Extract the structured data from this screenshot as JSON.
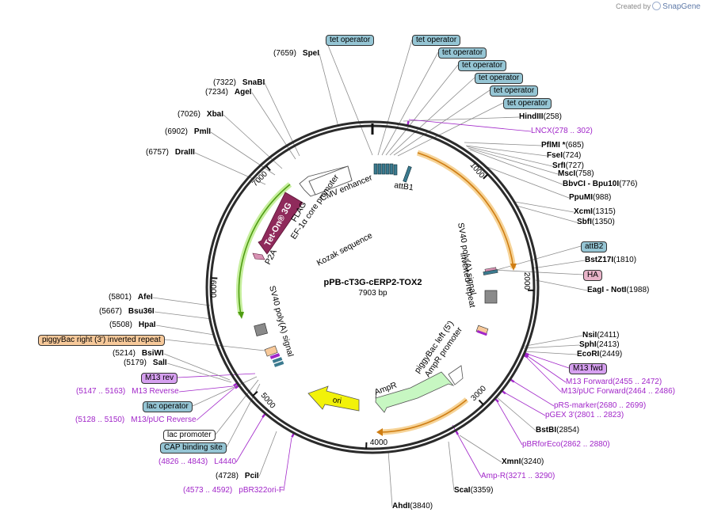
{
  "branding": {
    "created_by": "Created by",
    "product": "SnapGene"
  },
  "plasmid": {
    "name": "pPB-cT3G-cERP2-TOX2",
    "length": "7903 bp"
  },
  "ticks": [
    {
      "label": "1000",
      "bp": 1000
    },
    {
      "label": "2000",
      "bp": 2000
    },
    {
      "label": "3000",
      "bp": 3000
    },
    {
      "label": "4000",
      "bp": 4000
    },
    {
      "label": "5000",
      "bp": 5000
    },
    {
      "label": "6000",
      "bp": 6000
    },
    {
      "label": "7000",
      "bp": 7000
    }
  ],
  "features": [
    {
      "name": "tet-on-3g",
      "label": "Tet-On® 3G",
      "color": "#8f2a5b"
    },
    {
      "name": "flag",
      "label": "FLAG"
    },
    {
      "name": "ef1a-core-promoter",
      "label": "EF-1α core promoter"
    },
    {
      "name": "cmv-enhancer",
      "label": "CMV enhancer"
    },
    {
      "name": "kozak-sequence",
      "label": "Kozak sequence"
    },
    {
      "name": "attb1",
      "label": "attB1"
    },
    {
      "name": "p2a",
      "label": "P2A"
    },
    {
      "name": "sv40-polya-left",
      "label": "SV40 poly(A) signal"
    },
    {
      "name": "sv40-polya-right",
      "label": "SV40 poly(A) signal"
    },
    {
      "name": "inverted-repeat",
      "label": "inverted repeat"
    },
    {
      "name": "piggybac-left",
      "label": "piggyBac left (5')"
    },
    {
      "name": "ampr-promoter",
      "label": "AmpR promoter"
    },
    {
      "name": "ampr",
      "label": "AmpR"
    },
    {
      "name": "ori",
      "label": "ori",
      "color": "#f2f20a"
    }
  ],
  "labels": [
    {
      "name": "tet-operator-1",
      "kind": "box",
      "style": "b-tet",
      "text": "tet operator"
    },
    {
      "name": "tet-operator-2",
      "kind": "box",
      "style": "b-tet",
      "text": "tet operator"
    },
    {
      "name": "tet-operator-3",
      "kind": "box",
      "style": "b-tet",
      "text": "tet operator"
    },
    {
      "name": "tet-operator-4",
      "kind": "box",
      "style": "b-tet",
      "text": "tet operator"
    },
    {
      "name": "tet-operator-5",
      "kind": "box",
      "style": "b-tet",
      "text": "tet operator"
    },
    {
      "name": "tet-operator-6",
      "kind": "box",
      "style": "b-tet",
      "text": "tet operator"
    },
    {
      "name": "tet-operator-7",
      "kind": "box",
      "style": "b-tet",
      "text": "tet operator"
    },
    {
      "name": "site-hindiii",
      "kind": "site",
      "text": "HindIII",
      "pos": "(258)"
    },
    {
      "name": "primer-lncx",
      "kind": "primer",
      "text": "LNCX",
      "pos": "(278 .. 302)"
    },
    {
      "name": "site-pflmi",
      "kind": "site",
      "text": "PflMI *",
      "pos": "(685)"
    },
    {
      "name": "site-fsei",
      "kind": "site",
      "text": "FseI",
      "pos": "(724)"
    },
    {
      "name": "site-srfi",
      "kind": "site",
      "text": "SrfI",
      "pos": "(727)"
    },
    {
      "name": "site-msci",
      "kind": "site",
      "text": "MscI",
      "pos": "(758)"
    },
    {
      "name": "site-bbvci-bpu10i",
      "kind": "site",
      "text": "BbvCI   - Bpu10I",
      "pos": "(776)"
    },
    {
      "name": "site-ppumi",
      "kind": "site",
      "text": "PpuMI",
      "pos": "(988)"
    },
    {
      "name": "site-xcmi",
      "kind": "site",
      "text": "XcmI",
      "pos": "(1315)"
    },
    {
      "name": "site-sbfi",
      "kind": "site",
      "text": "SbfI",
      "pos": "(1350)"
    },
    {
      "name": "attb2",
      "kind": "box",
      "style": "b-att",
      "text": "attB2"
    },
    {
      "name": "site-bstz17i",
      "kind": "site",
      "text": "BstZ17I",
      "pos": "(1810)"
    },
    {
      "name": "ha-tag",
      "kind": "box",
      "style": "b-ha",
      "text": "HA"
    },
    {
      "name": "site-eagi-noti",
      "kind": "site",
      "text": "EagI   - NotI",
      "pos": "(1988)"
    },
    {
      "name": "site-nsii",
      "kind": "site",
      "text": "NsiI",
      "pos": "(2411)"
    },
    {
      "name": "site-sphi",
      "kind": "site",
      "text": "SphI",
      "pos": "(2413)"
    },
    {
      "name": "site-ecori",
      "kind": "site",
      "text": "EcoRI",
      "pos": "(2449)"
    },
    {
      "name": "m13-fwd",
      "kind": "box",
      "style": "b-m13",
      "text": "M13 fwd"
    },
    {
      "name": "primer-m13-forward",
      "kind": "primer",
      "text": "M13 Forward",
      "pos": "(2455 .. 2472)"
    },
    {
      "name": "primer-m13-puc-forward",
      "kind": "primer",
      "text": "M13/pUC Forward",
      "pos": "(2464 .. 2486)"
    },
    {
      "name": "primer-prs-marker",
      "kind": "primer",
      "text": "pRS-marker",
      "pos": "(2680 .. 2699)"
    },
    {
      "name": "primer-pgex-3",
      "kind": "primer",
      "text": "pGEX 3'",
      "pos": "(2801 .. 2823)"
    },
    {
      "name": "site-bstbi",
      "kind": "site",
      "text": "BstBI",
      "pos": "(2854)"
    },
    {
      "name": "primer-pbrforeco",
      "kind": "primer",
      "text": "pBRforEco",
      "pos": "(2862 .. 2880)"
    },
    {
      "name": "site-xmni",
      "kind": "site",
      "text": "XmnI",
      "pos": "(3240)"
    },
    {
      "name": "primer-amp-r",
      "kind": "primer",
      "text": "Amp-R",
      "pos": "(3271 .. 3290)"
    },
    {
      "name": "site-scai",
      "kind": "site",
      "text": "ScaI",
      "pos": "(3359)"
    },
    {
      "name": "site-ahdi",
      "kind": "site",
      "text": "AhdI",
      "pos": "(3840)"
    },
    {
      "name": "primer-pbr322ori-f",
      "kind": "primer-left",
      "text": "pBR322ori-F",
      "pos": "(4573 .. 4592)"
    },
    {
      "name": "site-pcii",
      "kind": "site-left",
      "text": "PciI",
      "pos": "(4728)"
    },
    {
      "name": "primer-l4440",
      "kind": "primer-left",
      "text": "L4440",
      "pos": "(4826 .. 4843)"
    },
    {
      "name": "cap-binding-site",
      "kind": "box",
      "style": "b-cap",
      "text": "CAP binding site"
    },
    {
      "name": "lac-promoter",
      "kind": "box",
      "style": "b-white",
      "text": "lac promoter"
    },
    {
      "name": "primer-m13-puc-reverse",
      "kind": "primer-left",
      "text": "M13/pUC Reverse",
      "pos": "(5128 .. 5150)"
    },
    {
      "name": "lac-operator",
      "kind": "box",
      "style": "b-lac",
      "text": "lac operator"
    },
    {
      "name": "primer-m13-reverse",
      "kind": "primer-left",
      "text": "M13 Reverse",
      "pos": "(5147 .. 5163)"
    },
    {
      "name": "m13-rev",
      "kind": "box",
      "style": "b-m13",
      "text": "M13 rev"
    },
    {
      "name": "site-sali",
      "kind": "site-left",
      "text": "SalI",
      "pos": "(5179)"
    },
    {
      "name": "site-bsiwi",
      "kind": "site-left",
      "text": "BsiWI",
      "pos": "(5214)"
    },
    {
      "name": "piggybac-right",
      "kind": "box",
      "style": "b-pb",
      "text": "piggyBac right (3') inverted repeat"
    },
    {
      "name": "site-hpai",
      "kind": "site-left",
      "text": "HpaI",
      "pos": "(5508)"
    },
    {
      "name": "site-bsu36i",
      "kind": "site-left",
      "text": "Bsu36I",
      "pos": "(5667)"
    },
    {
      "name": "site-afei",
      "kind": "site-left",
      "text": "AfeI",
      "pos": "(5801)"
    },
    {
      "name": "site-drai",
      "kind": "site-left",
      "text": "DraIII",
      "pos": "(6757)"
    },
    {
      "name": "site-pmli",
      "kind": "site-left",
      "text": "PmlI",
      "pos": "(6902)"
    },
    {
      "name": "site-xbai",
      "kind": "site-left",
      "text": "XbaI",
      "pos": "(7026)"
    },
    {
      "name": "site-agei",
      "kind": "site-left",
      "text": "AgeI",
      "pos": "(7234)"
    },
    {
      "name": "site-snabi",
      "kind": "site-left",
      "text": "SnaBI",
      "pos": "(7322)"
    },
    {
      "name": "site-spei",
      "kind": "site-left",
      "text": "SpeI",
      "pos": "(7659)"
    }
  ]
}
